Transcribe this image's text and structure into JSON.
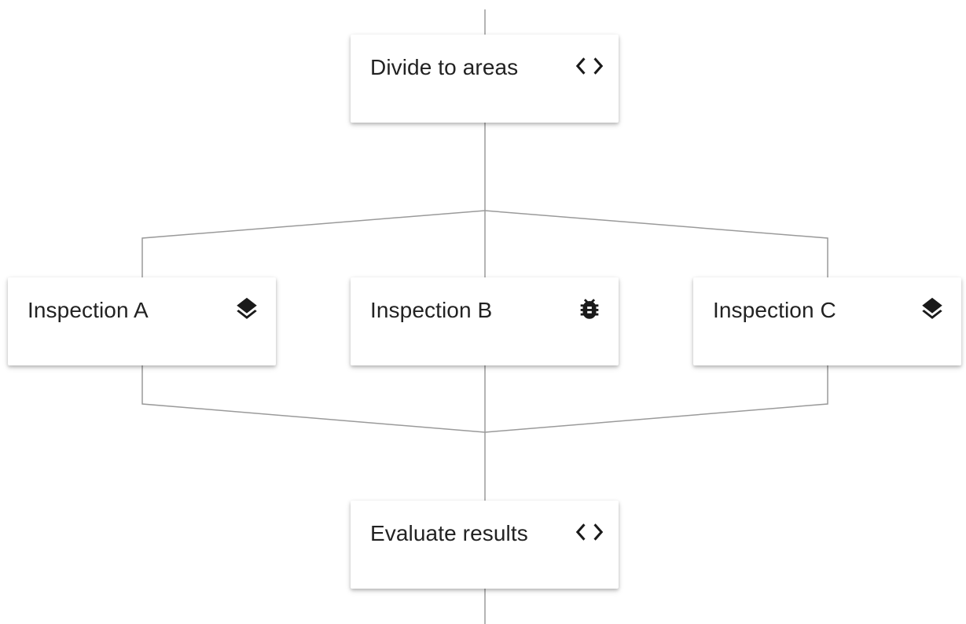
{
  "diagram": {
    "nodes": [
      {
        "id": "divide",
        "label": "Divide to areas",
        "icon": "code-icon"
      },
      {
        "id": "insp-a",
        "label": "Inspection A",
        "icon": "layers-icon"
      },
      {
        "id": "insp-b",
        "label": "Inspection B",
        "icon": "bug-icon"
      },
      {
        "id": "insp-c",
        "label": "Inspection C",
        "icon": "layers-icon"
      },
      {
        "id": "evaluate",
        "label": "Evaluate results",
        "icon": "code-icon"
      }
    ],
    "edges": [
      {
        "from": "divide",
        "to": "insp-a"
      },
      {
        "from": "divide",
        "to": "insp-b"
      },
      {
        "from": "divide",
        "to": "insp-c"
      },
      {
        "from": "insp-a",
        "to": "evaluate"
      },
      {
        "from": "insp-b",
        "to": "evaluate"
      },
      {
        "from": "insp-c",
        "to": "evaluate"
      }
    ],
    "connector_color": "#9a9a9a",
    "icon_color": "#1a1a1a"
  }
}
